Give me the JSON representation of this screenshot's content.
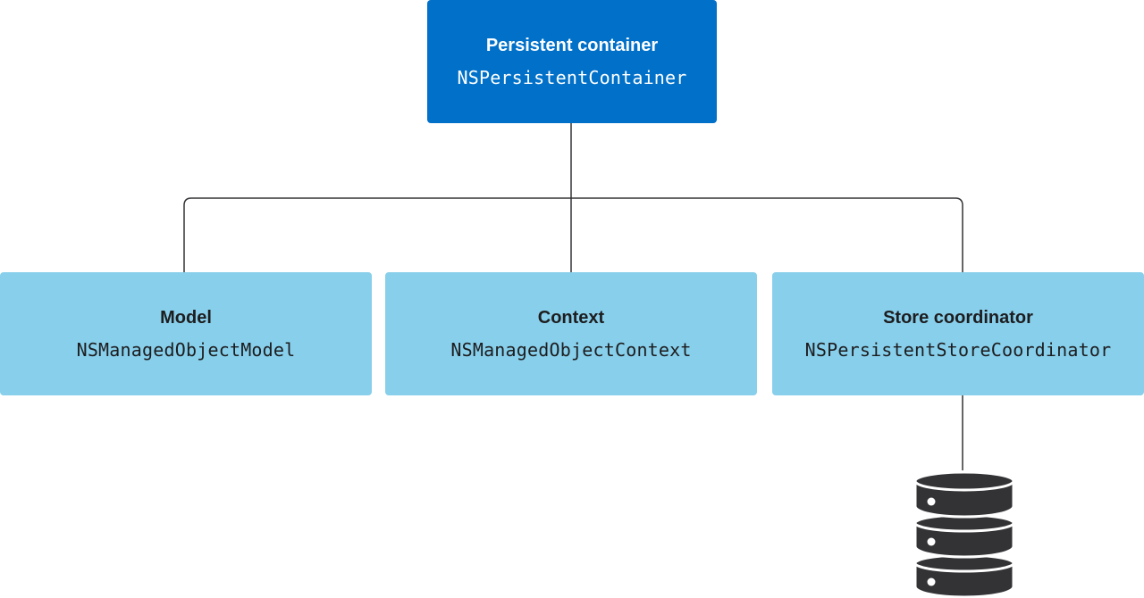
{
  "colors": {
    "container_fill": "#0070c9",
    "child_fill": "#87cfeb",
    "line": "#333336",
    "database": "#333336"
  },
  "container": {
    "title": "Persistent container",
    "class_name": "NSPersistentContainer"
  },
  "children": [
    {
      "title": "Model",
      "class_name": "NSManagedObjectModel"
    },
    {
      "title": "Context",
      "class_name": "NSManagedObjectContext"
    },
    {
      "title": "Store coordinator",
      "class_name": "NSPersistentStoreCoordinator"
    }
  ],
  "store": {
    "icon": "database-icon"
  }
}
